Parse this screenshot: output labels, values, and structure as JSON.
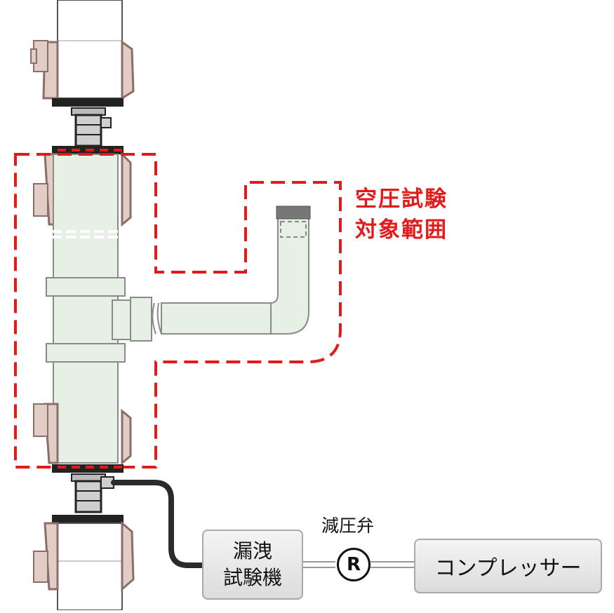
{
  "labels": {
    "test_range_line1": "空圧試験",
    "test_range_line2": "対象範囲",
    "leak_tester_line1": "漏洩",
    "leak_tester_line2": "試験機",
    "regulator_label": "減圧弁",
    "regulator_symbol": "R",
    "compressor": "コンプレッサー"
  },
  "colors": {
    "pipe_fill": "#e6f0e4",
    "flange_fill": "#e2ccc6",
    "flange_stroke": "#8a6e67",
    "dash_red": "#e21a1a",
    "box_border": "#a9a9a9",
    "hose": "#2b2b2b"
  }
}
